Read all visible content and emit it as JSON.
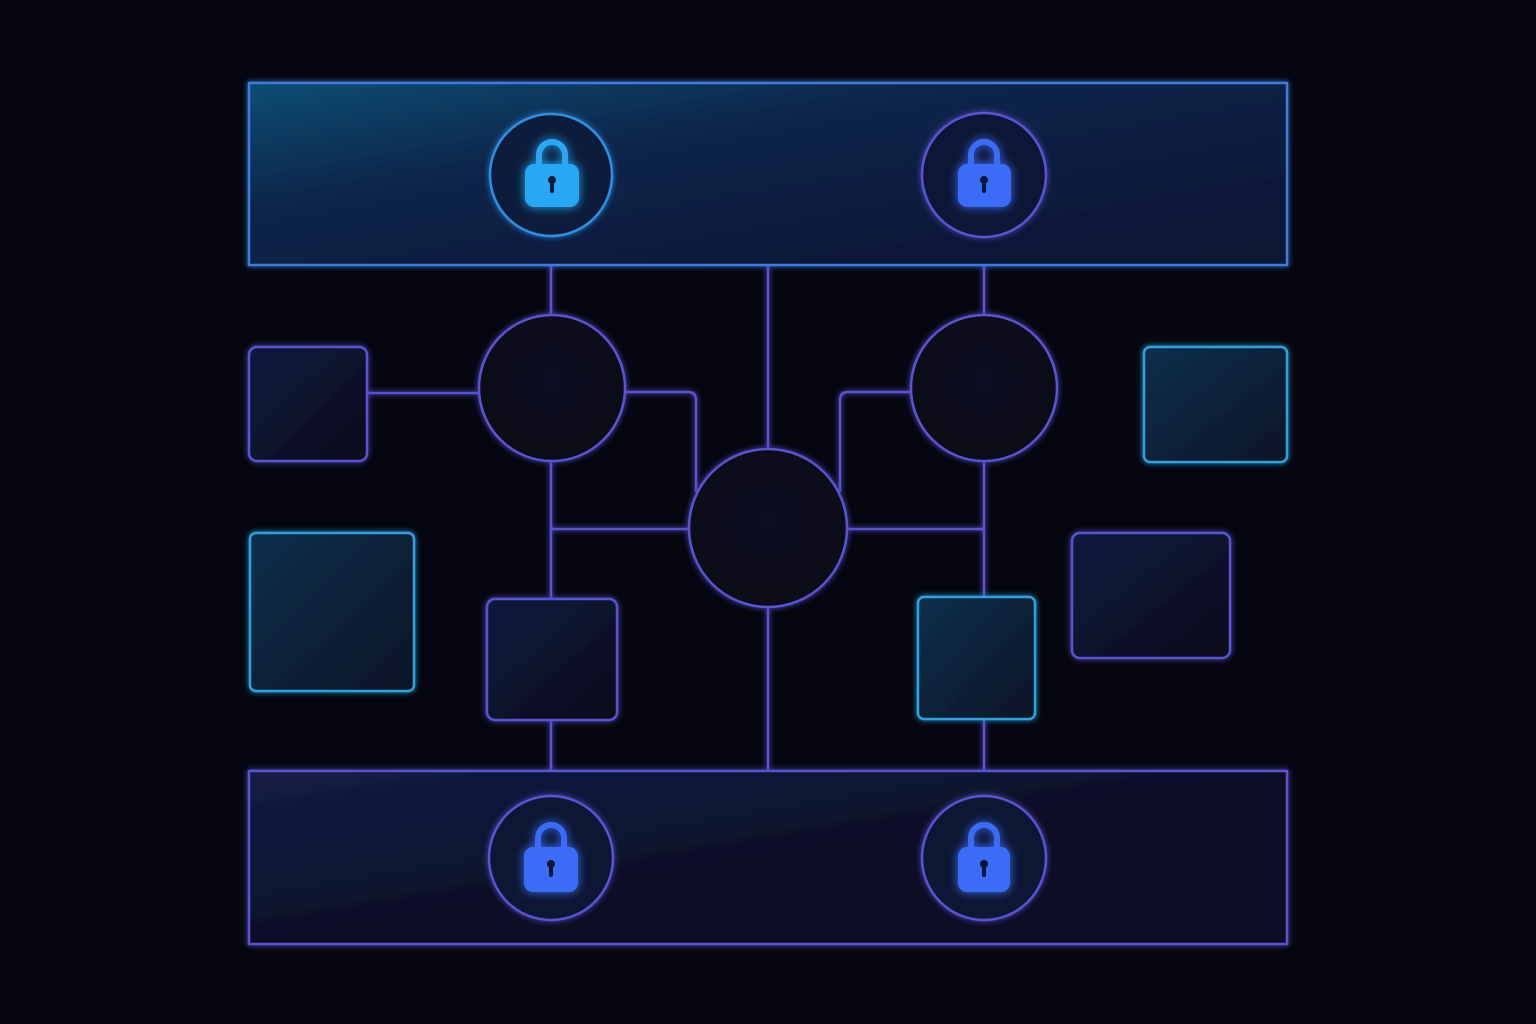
{
  "diagram": {
    "bands": [
      {
        "id": "top-band",
        "style": "cyan"
      },
      {
        "id": "bottom-band",
        "style": "violet"
      }
    ],
    "locks": [
      {
        "id": "lock-top-left",
        "band": "top-band",
        "state": "locked",
        "color": "cyan"
      },
      {
        "id": "lock-top-right",
        "band": "top-band",
        "state": "locked",
        "color": "blue"
      },
      {
        "id": "lock-bottom-left",
        "band": "bottom-band",
        "state": "locked",
        "color": "blue"
      },
      {
        "id": "lock-bottom-right",
        "band": "bottom-band",
        "state": "locked",
        "color": "blue"
      }
    ],
    "hubs": [
      {
        "id": "hub-left"
      },
      {
        "id": "hub-right"
      },
      {
        "id": "hub-center"
      }
    ],
    "boxes": [
      {
        "id": "box-left-upper",
        "style": "violet"
      },
      {
        "id": "box-left-lower",
        "style": "cyan"
      },
      {
        "id": "box-inner-left",
        "style": "violet"
      },
      {
        "id": "box-inner-right",
        "style": "cyan"
      },
      {
        "id": "box-right-lower",
        "style": "violet"
      },
      {
        "id": "box-right-upper",
        "style": "cyan"
      }
    ]
  },
  "colors": {
    "background": "#05060f",
    "cyan_stroke": "#2ba3e0",
    "violet_stroke": "#5a52d6",
    "lock_cyan": "#25a8f5",
    "lock_blue": "#3b6cf7"
  }
}
